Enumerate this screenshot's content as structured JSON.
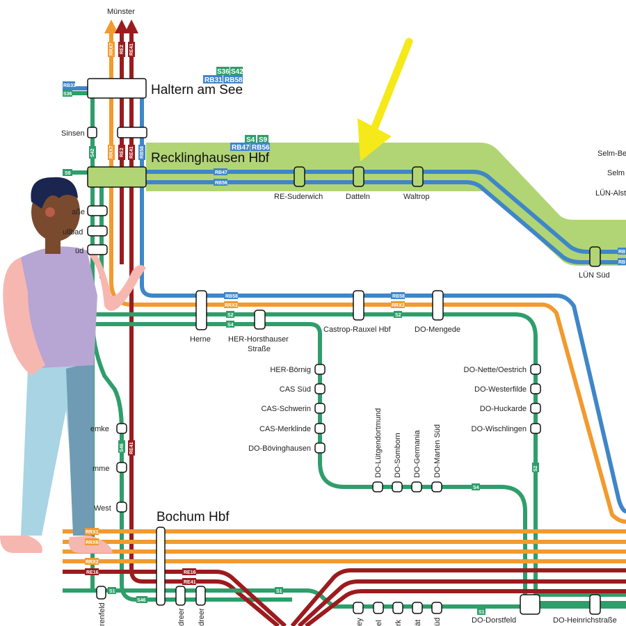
{
  "colors": {
    "green_line": "#2e9e6a",
    "orange_line": "#f29a2e",
    "red_line": "#9b1b1e",
    "blue_line": "#3f86c8",
    "highlight": "#b1d574",
    "arrow": "#f5e91a"
  },
  "destination": "Münster",
  "major_stations": {
    "haltern": "Haltern am See",
    "recklinghausen": "Recklinghausen Hbf",
    "bochum": "Bochum Hbf"
  },
  "haltern_badges": [
    "S36",
    "S42",
    "RB31",
    "RB58"
  ],
  "recklinghausen_badges": [
    "S4",
    "S9",
    "RB47",
    "RB56"
  ],
  "line_tags": {
    "rrx7": "RRX7",
    "re2": "RE2",
    "re41": "RE41",
    "rb31": "RB31",
    "s36": "S36",
    "s42": "S42",
    "rb58": "RB58",
    "s9": "S9",
    "rb47": "RB47",
    "rb56": "RB56",
    "rrx3": "RRX3",
    "s2": "S2",
    "s4": "S4",
    "s46": "S46",
    "s1": "S1",
    "rrx1": "RRX1",
    "rrx6": "RRX6",
    "rrx2": "RRX2",
    "re16": "RE16",
    "rb": "RB"
  },
  "stations": {
    "sinsen": "Sinsen",
    "re_suderwich": "RE-Suderwich",
    "datteln": "Datteln",
    "waltrop": "Waltrop",
    "lun_sud": "LÜN Süd",
    "selm_be": "Selm-Be",
    "selm": "Selm",
    "lun_alst": "LÜN-Alst",
    "herne": "Herne",
    "her_horsthauser_1": "HER-Horsthauser",
    "her_horsthauser_2": "Straße",
    "castrop": "Castrop-Rauxel Hbf",
    "do_mengede": "DO-Mengede",
    "her_bornig": "HER-Börnig",
    "cas_sud": "CAS Süd",
    "cas_schwerin": "CAS-Schwerin",
    "cas_merklinde": "CAS-Merklinde",
    "do_bovinghausen": "DO-Bövinghausen",
    "do_nette": "DO-Nette/Oestrich",
    "do_westerfilde": "DO-Westerfilde",
    "do_huckarde": "DO-Huckarde",
    "do_wischlingen": "DO-Wischlingen",
    "do_lutgendortmund": "DO-Lütgendortmund",
    "do_somborn": "DO-Somborn",
    "do_germania": "DO-Germania",
    "do_marten": "DO-Marten Süd",
    "strasse": "aße",
    "bad": "ullbad",
    "sud": "üd",
    "emke": "emke",
    "mme": "mme",
    "west": "West",
    "renfeld": "renfeld",
    "dreer1": "dreer",
    "dreer2": "dreer",
    "ey": "ey",
    "el": "el",
    "rk": "rk",
    "at": "ät",
    "ud": "üd",
    "do_dorstfeld": "DO-Dorstfeld",
    "do_heinrich": "DO-Heinrichstraße"
  }
}
